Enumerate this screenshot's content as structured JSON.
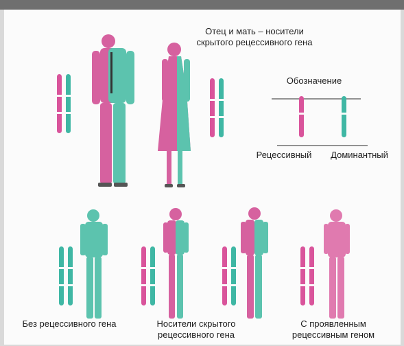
{
  "header_text": "Отец и мать – носители скрытого рецессивного гена",
  "legend": {
    "title": "Обозначение",
    "recessive_label": "Рецессивный",
    "dominant_label": "Доминантный"
  },
  "children": [
    {
      "caption": "Без рецессивного гена"
    },
    {
      "caption": "Носители скрытого рецессивного гена"
    },
    {
      "caption": "С проявленным рецессивным геном"
    }
  ],
  "colors": {
    "recessive": "#d9549b",
    "dominant": "#3fb7a4",
    "text": "#1e1e1e",
    "background": "#fbfbfb"
  }
}
